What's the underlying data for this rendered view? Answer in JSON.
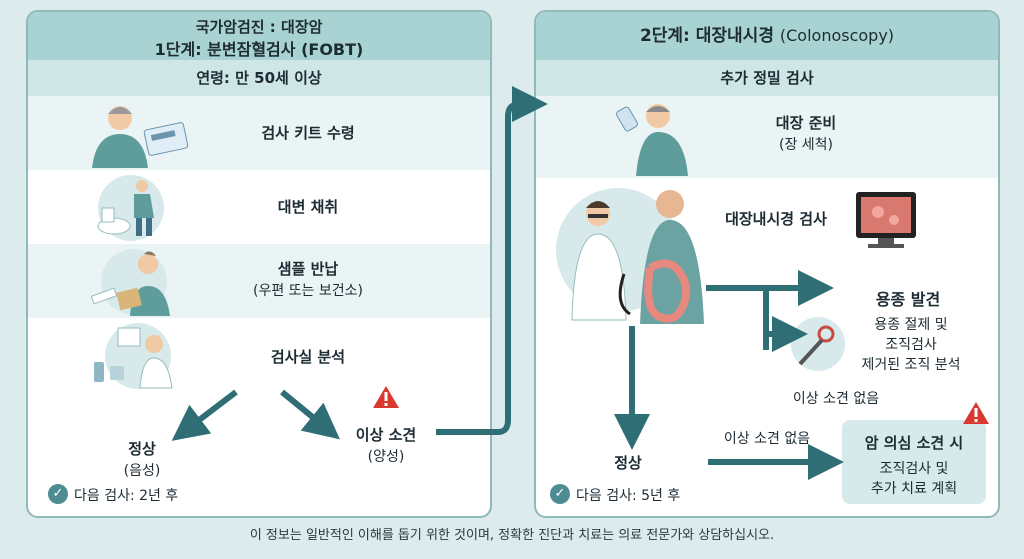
{
  "panel1": {
    "title_line1": "국가암검진 : 대장암",
    "title_line2": "1단계: 분변잠혈검사 (FOBT)",
    "age": "연령: 만 50세 이상",
    "steps": [
      {
        "label": "검사 키트 수령",
        "sub": ""
      },
      {
        "label": "대변 채취",
        "sub": ""
      },
      {
        "label": "샘플 반납",
        "sub": "(우편 또는 보건소)"
      },
      {
        "label": "검사실 분석",
        "sub": ""
      }
    ],
    "normal_label": "정상",
    "normal_sub": "(음성)",
    "normal_next": "다음 검사: 2년 후",
    "abnormal_label": "이상 소견",
    "abnormal_sub": "(양성)"
  },
  "panel2": {
    "title_main": "2단계: 대장내시경",
    "title_en": "(Colonoscopy)",
    "strip": "추가 정밀 검사",
    "prep_label": "대장 준비",
    "prep_sub": "(장 세척)",
    "exam_label": "대장내시경 검사",
    "polyp_label": "용종 발견",
    "polyp_desc": [
      "용종 절제 및",
      "조직검사",
      "제거된 조직 분석"
    ],
    "no_finding_1": "이상 소견 없음",
    "no_finding_2": "이상 소견 없음",
    "normal_label": "정상",
    "normal_next": "다음 검사: 5년 후",
    "cancer_title": "암 의심 소견 시",
    "cancer_lines": [
      "조직검사 및",
      "추가 치료 계획"
    ]
  },
  "footnote": "이 정보는 일반적인 이해를 돕기 위한 것이며, 정확한 진단과 치료는 의료 전문가와 상담하십시오.",
  "colors": {
    "arrow": "#2f6e74",
    "accent": "#a9d3d3",
    "warning": "#d9392e"
  }
}
